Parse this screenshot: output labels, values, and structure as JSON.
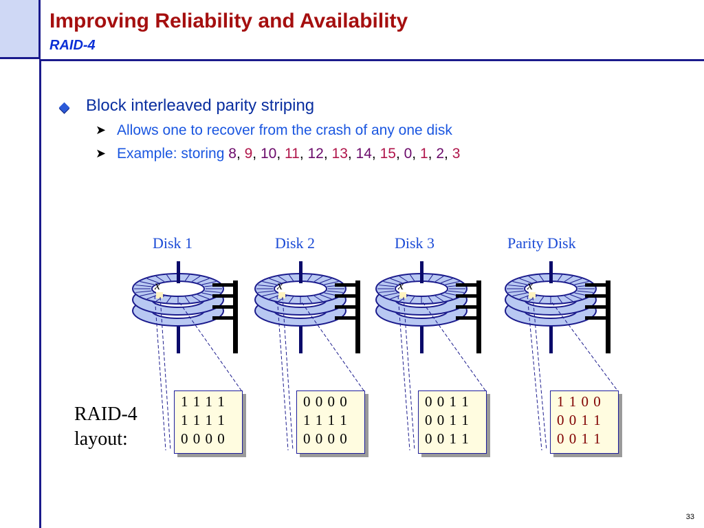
{
  "title": "Improving Reliability and Availability",
  "subtitle": "RAID-4",
  "bullet": {
    "text": "Block interleaved parity striping",
    "sub1": "Allows one to recover from the crash of any one disk",
    "sub2_prefix": "Example: storing ",
    "numbers": [
      "8",
      "9",
      "10",
      "11",
      "12",
      "13",
      "14",
      "15",
      "0",
      "1",
      "2",
      "3"
    ]
  },
  "disks": [
    {
      "label": "Disk 1",
      "marker": "x",
      "rows": [
        "1 1 1 1",
        "1 1 1 1",
        "0 0 0 0"
      ]
    },
    {
      "label": "Disk 2",
      "marker": "x",
      "rows": [
        "0 0 0 0",
        "1 1 1 1",
        "0 0 0 0"
      ]
    },
    {
      "label": "Disk 3",
      "marker": "x",
      "rows": [
        "0 0 1 1",
        "0 0 1 1",
        "0 0 1 1"
      ]
    },
    {
      "label": "Parity Disk",
      "marker": "x",
      "rows": [
        "1 1 0 0",
        "0 0 1 1",
        "0 0 1 1"
      ]
    }
  ],
  "layout_label_line1": "RAID-4",
  "layout_label_line2": "layout:",
  "page_number": "33",
  "colors": {
    "title": "#a50f0f",
    "subtitle": "#0a2fd6",
    "rule": "#1a1a8c",
    "disk_fill": "#b8c8f2",
    "block_fill": "#fffce0"
  }
}
